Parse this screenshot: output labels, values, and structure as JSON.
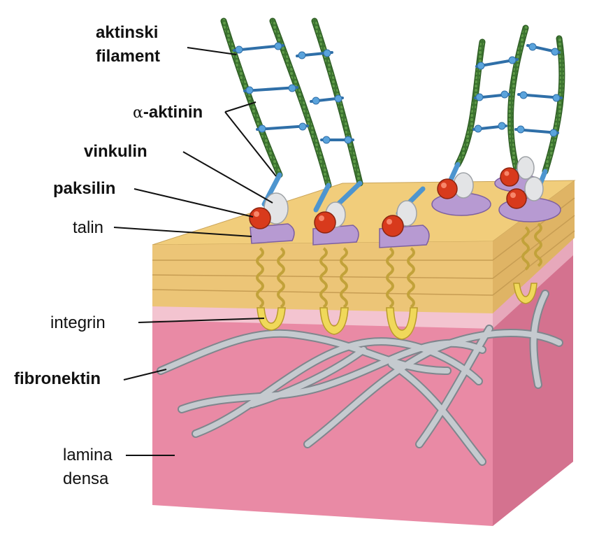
{
  "labels": {
    "aktinski_line1": "aktinski",
    "aktinski_line2": "filament",
    "alpha_symbol": "α",
    "aktinin": "-aktinin",
    "vinkulin": "vinkulin",
    "paksilin": "paksilin",
    "talin": "talin",
    "integrin": "integrin",
    "fibronektin": "fibronektin",
    "lamina_line1": "lamina",
    "lamina_line2": "densa"
  },
  "colors": {
    "membrane_top": "#f1cd7b",
    "membrane_front": "#e8c070",
    "matrix_front": "#e98aa5",
    "matrix_side": "#d4728f",
    "actin": "#3f7a32",
    "actinin": "#4d95cf",
    "paxillin": "#d83a1c",
    "talin": "#b79ad2",
    "integrin": "#f0d85a",
    "fibronectin": "#c2c7cd"
  }
}
